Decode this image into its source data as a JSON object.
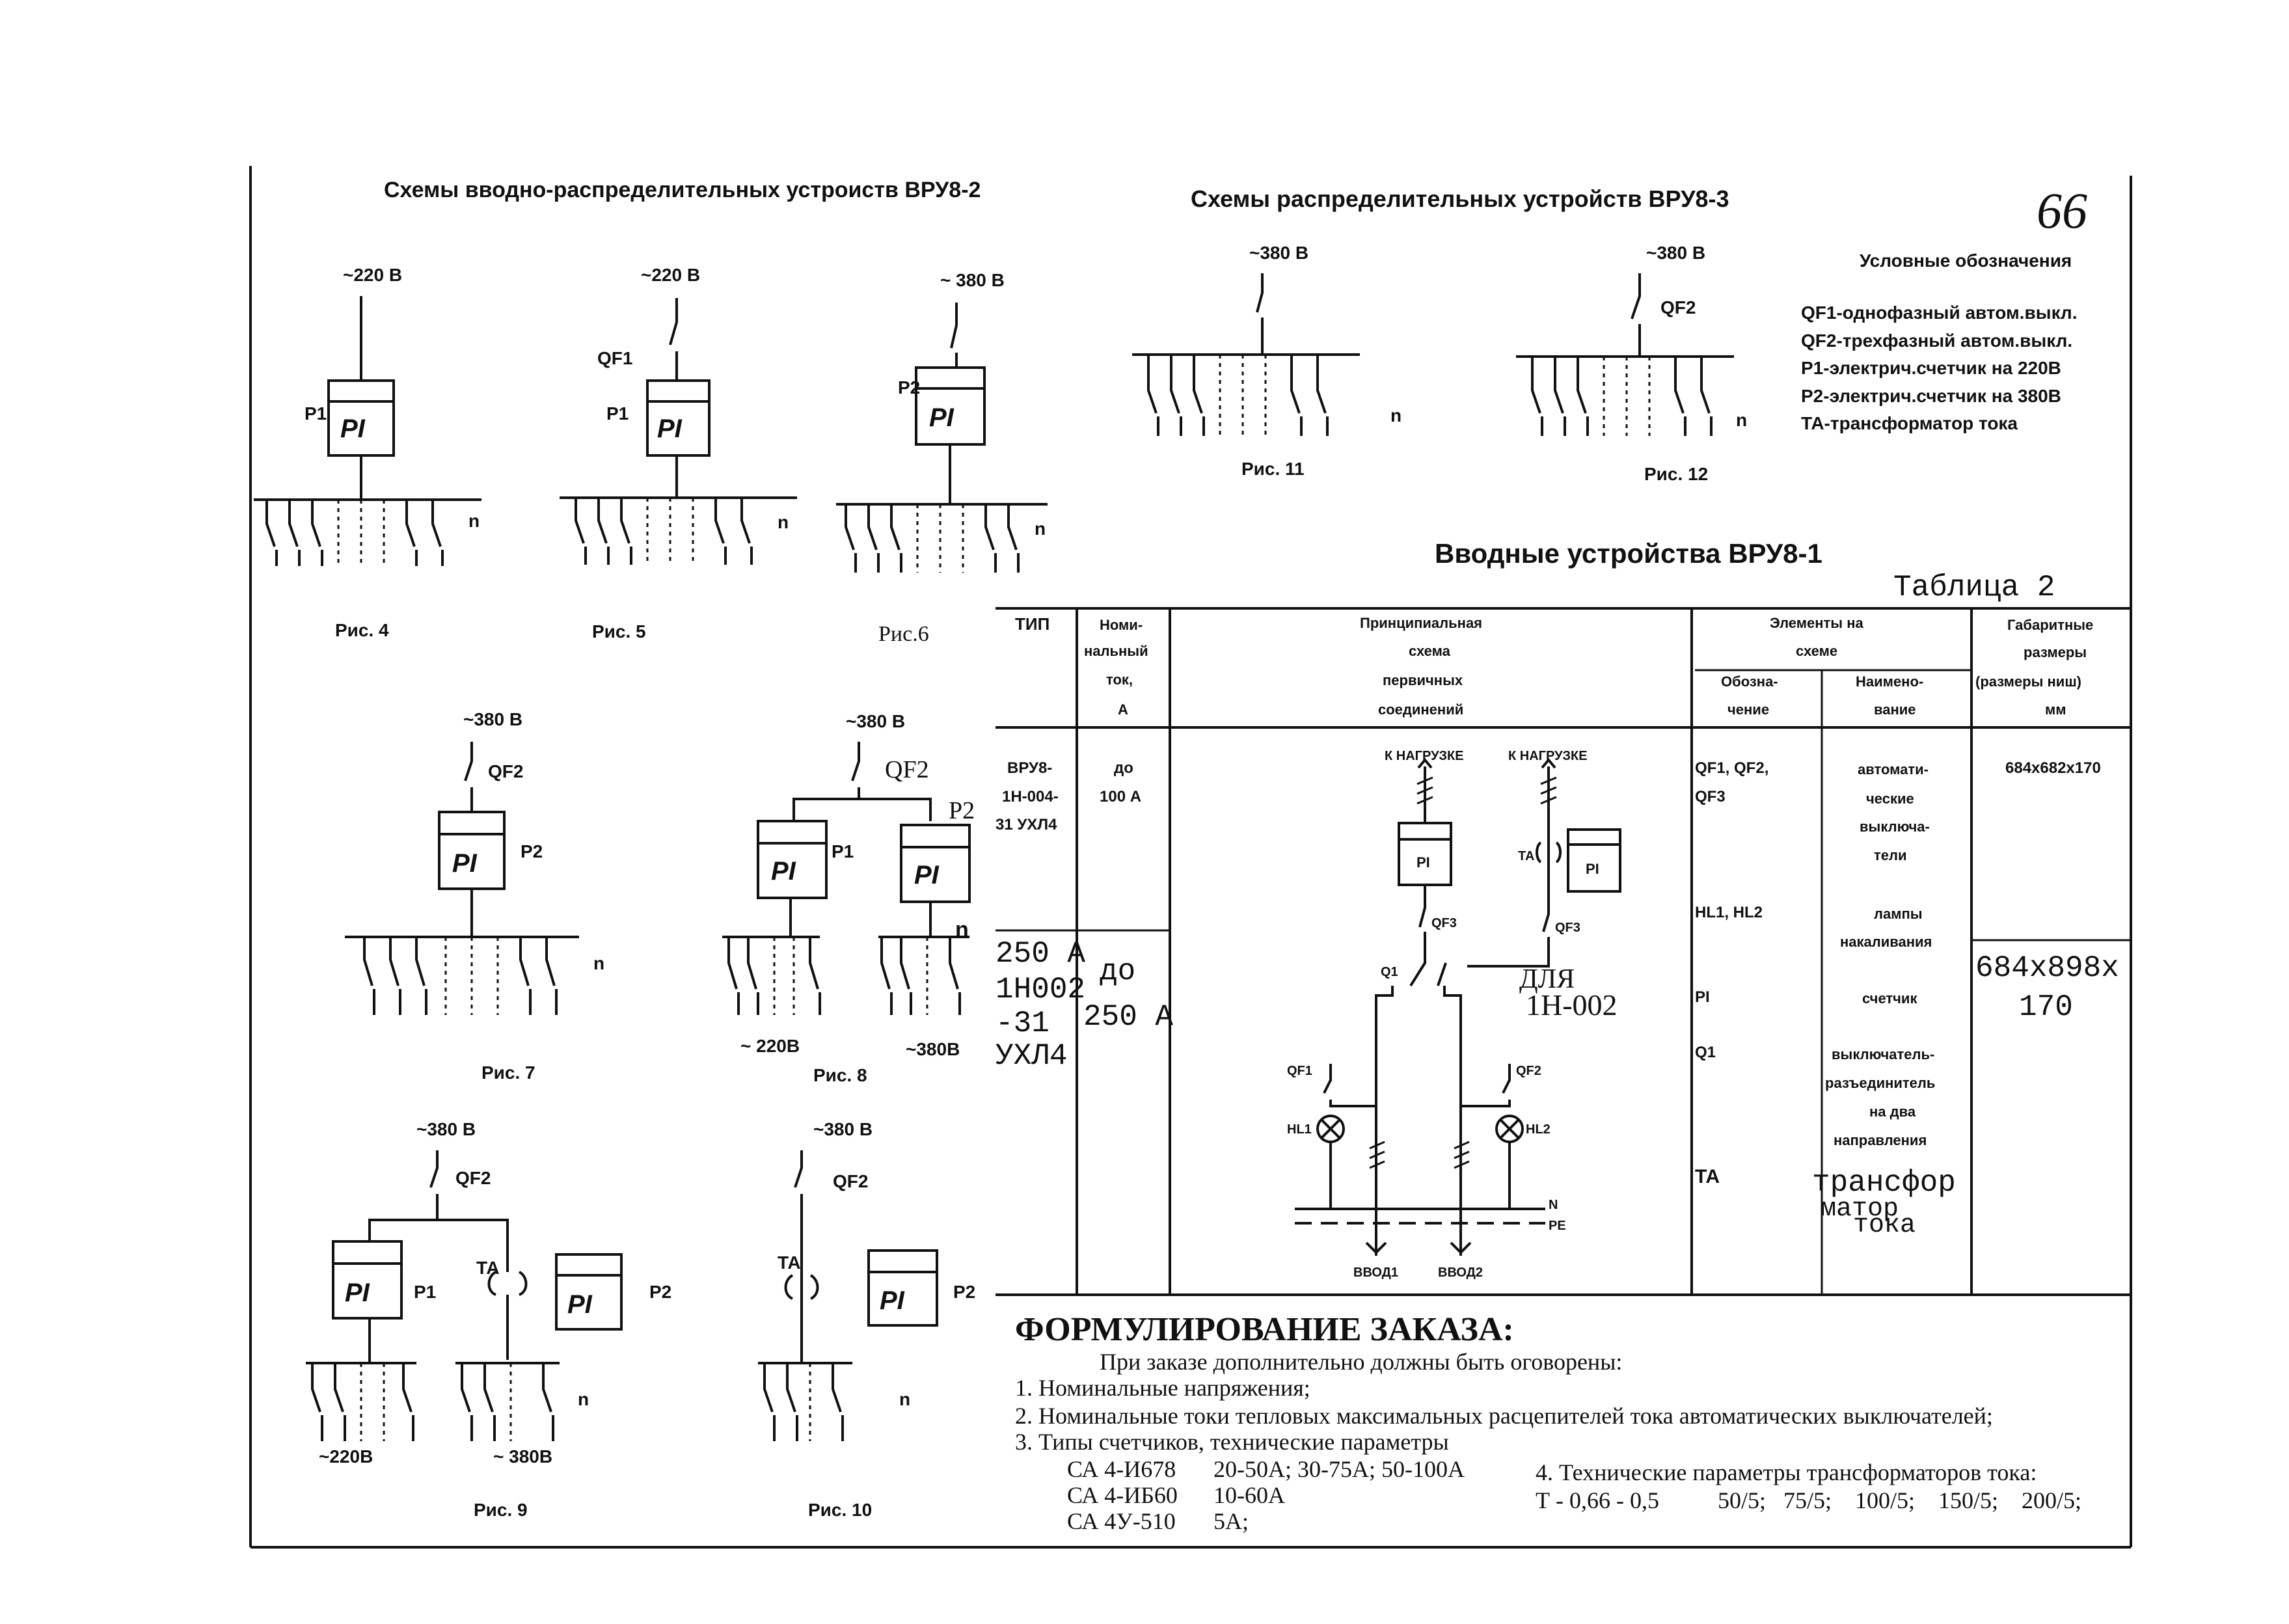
{
  "headings": {
    "vru2": "Схемы вводно-распределительных устроиств  ВРУ8-2",
    "vru3": "Схемы распределительных устройств ВРУ8-3",
    "page_number": "66",
    "vru1": "Вводные устройства ВРУ8-1",
    "table": "Таблица  2"
  },
  "legend": {
    "title": "Условные обозначения",
    "items": [
      "QF1-однофазный автом.выкл.",
      "QF2-трехфазный автом.выкл.",
      "P1-электрич.счетчик на 220В",
      "P2-электрич.счетчик на 380В",
      "ТА-трансформатор тока"
    ]
  },
  "figures": {
    "fig4": {
      "caption": "Рис. 4",
      "voltage": "~220 В",
      "meter": "P1",
      "meter_symbol": "PI",
      "n": "n"
    },
    "fig5": {
      "caption": "Рис. 5",
      "voltage": "~220 В",
      "breaker": "QF1",
      "meter": "P1",
      "meter_symbol": "PI",
      "n": "n"
    },
    "fig6": {
      "caption": "Рис.6",
      "voltage": "~ 380 В",
      "meter": "P2",
      "meter_symbol": "PI",
      "n": "n"
    },
    "fig7": {
      "caption": "Рис. 7",
      "voltage": "~380 В",
      "breaker": "QF2",
      "meter": "P2",
      "meter_symbol": "PI",
      "n": "n"
    },
    "fig8": {
      "caption": "Рис. 8",
      "voltage": "~380 В",
      "breaker": "QF2",
      "meter1": "P1",
      "meter2": "P2",
      "meter_symbol": "PI",
      "n": "n",
      "left_bus": "~ 220В",
      "right_bus": "~380В"
    },
    "fig9": {
      "caption": "Рис. 9",
      "voltage": "~380 В",
      "breaker": "QF2",
      "meter1": "P1",
      "meter2": "P2",
      "ct": "ТА",
      "meter_symbol": "PI",
      "n": "n",
      "left_bus": "~220В",
      "right_bus": "~ 380В"
    },
    "fig10": {
      "caption": "Рис. 10",
      "voltage": "~380 В",
      "breaker": "QF2",
      "meter": "P2",
      "ct": "ТА",
      "meter_symbol": "PI",
      "n": "n"
    },
    "fig11": {
      "caption": "Рис. 11",
      "voltage": "~380 В",
      "n": "n"
    },
    "fig12": {
      "caption": "Рис. 12",
      "voltage": "~380 В",
      "breaker": "QF2",
      "n": "n"
    }
  },
  "table": {
    "headers": {
      "type": "ТИП",
      "current": [
        "Номи-",
        "нальный",
        "ток,",
        "А"
      ],
      "scheme": [
        "Принципиальная",
        "схема",
        "первичных",
        "соединений"
      ],
      "elements": [
        "Элементы на",
        "схеме"
      ],
      "designation": [
        "Обозна-",
        "чение"
      ],
      "name": [
        "Наимено-",
        "вание"
      ],
      "dims": [
        "Габаритные",
        "размеры",
        "(размеры ниш)",
        "мм"
      ]
    },
    "type1": [
      "ВРУ8-",
      "1Н-004-",
      "31 УХЛ4"
    ],
    "current1": [
      "до",
      "100 А"
    ],
    "type2": [
      "250 А",
      "1Н002",
      "-31",
      "УХЛ4"
    ],
    "current2": [
      "до",
      "250 А"
    ],
    "dims1": "684х682х170",
    "dims2": [
      "684х898х",
      "170"
    ],
    "elements": [
      {
        "designation": [
          "QF1, QF2,",
          "QF3"
        ],
        "name": [
          "автомати-",
          "ческие",
          "выключа-",
          "тели"
        ]
      },
      {
        "designation": [
          "HL1, HL2"
        ],
        "name": [
          "лампы",
          "накаливания"
        ]
      },
      {
        "designation": [
          "PI"
        ],
        "name": [
          "счетчик"
        ]
      },
      {
        "designation": [
          "Q1"
        ],
        "name": [
          "выключатель-",
          "разъединитель",
          "на два",
          "направления"
        ]
      },
      {
        "designation": [
          "ТА"
        ],
        "name": [
          "трансфор",
          "матор",
          "тока"
        ]
      }
    ],
    "scheme": {
      "load_left": "К НАГРУЗКЕ",
      "load_right": "К НАГРУЗКЕ",
      "meter_symbol": "PI",
      "ct": "ТА",
      "qf3_left": "QF3",
      "qf3_right": "QF3",
      "q1": "Q1",
      "qf1": "QF1",
      "qf2": "QF2",
      "hl1": "HL1",
      "hl2": "HL2",
      "n": "N",
      "pe": "PE",
      "input1": "ВВОД1",
      "input2": "ВВОД2",
      "note": [
        "ДЛЯ",
        "1Н-002"
      ]
    }
  },
  "order": {
    "title": "ФОРМУЛИРОВАНИЕ ЗАКАЗА:",
    "intro": "При заказе дополнительно должны быть оговорены:",
    "item1": "1. Номинальные напряжения;",
    "item2": "2. Номинальные токи тепловых максимальных расцепителей тока автоматических выключателей;",
    "item3": "3. Типы счетчиков, технические параметры",
    "meters": [
      {
        "model": "СА 4-И678",
        "params": "20-50А;  30-75А;   50-100А"
      },
      {
        "model": "СА 4-ИБ60",
        "params": "10-60А"
      },
      {
        "model": "СА 4У-510",
        "params": "5А;"
      }
    ],
    "item4": "4. Технические параметры трансформаторов тока:",
    "ct_params": "Т - 0,66 - 0,5          50/5;   75/5;    100/5;    150/5;    200/5;"
  }
}
